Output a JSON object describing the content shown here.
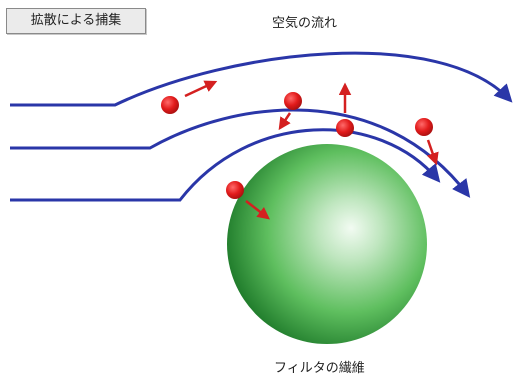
{
  "title": "拡散による捕集",
  "labels": {
    "airflow": "空気の流れ",
    "fiber": "フィルタの繊維"
  },
  "colors": {
    "streamline": "#2a36a8",
    "particle": "#e21b1b",
    "particle_edge": "#a50f0f",
    "motion_arrow": "#d42020",
    "fiber_light": "#f2fbf2",
    "fiber_mid": "#5fbf5f",
    "fiber_dark": "#1e7a2a"
  },
  "icons": {
    "particle": "red-dust-particle-icon",
    "motion": "red-brownian-arrow-icon",
    "fiber": "green-filter-fiber-sphere"
  }
}
